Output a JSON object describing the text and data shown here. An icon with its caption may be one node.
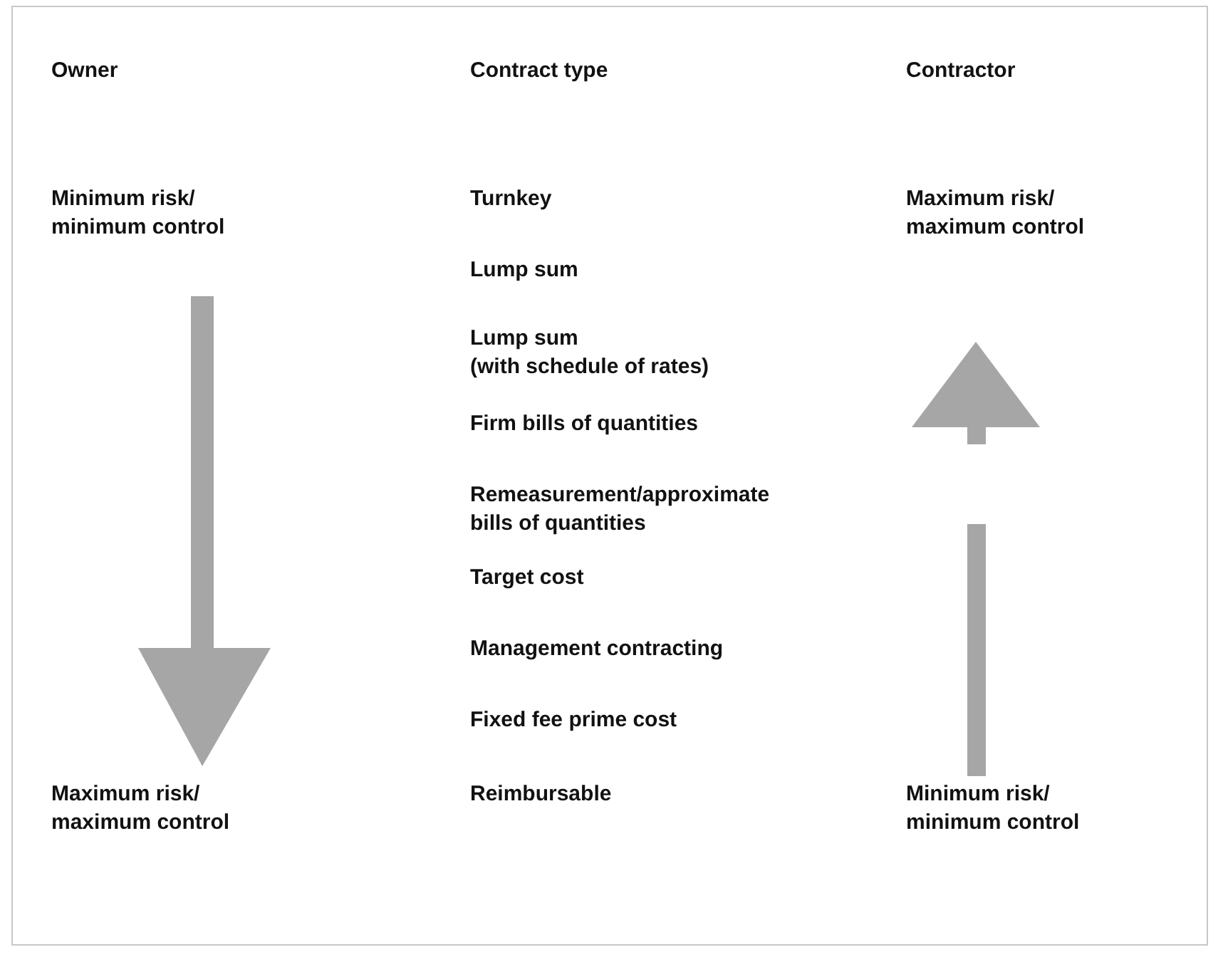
{
  "diagram": {
    "labels": [
      "Owner",
      "Contract type",
      "Contractor",
      "Minimum risk/ minimum control",
      "Turnkey",
      "Maximum risk/ maximum control",
      "Lump sum",
      "Lump sum (with schedule of rates)",
      "Firm bills of quantities",
      "Remeasurement/approximate bills of quantities",
      "Target cost",
      "Management contracting",
      "Fixed fee prime cost",
      "Maximum risk/ maximum control",
      "Reimbursable",
      "Minimum risk/ minimum control"
    ]
  }
}
